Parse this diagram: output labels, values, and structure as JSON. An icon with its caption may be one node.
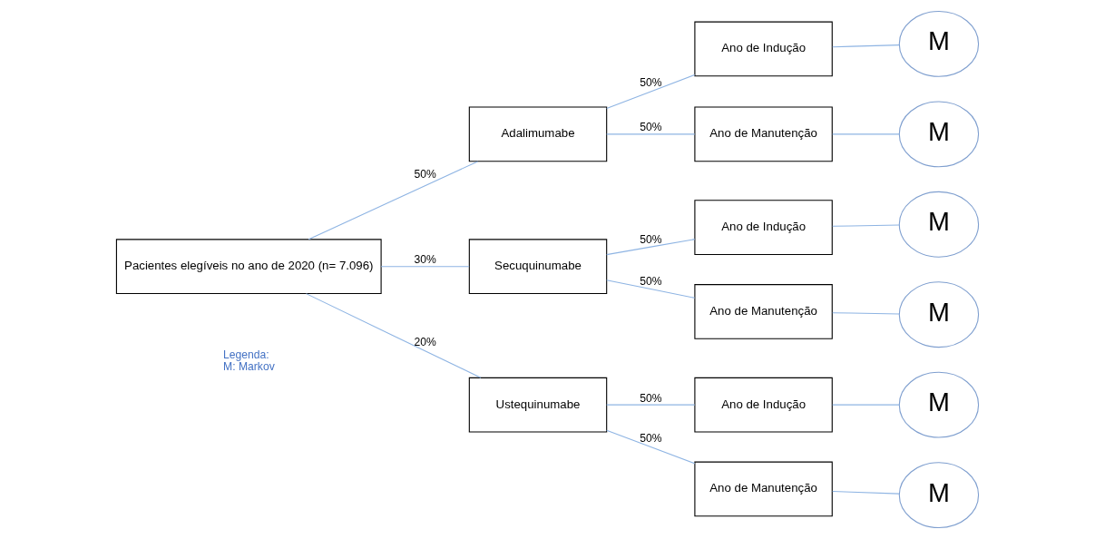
{
  "diagram": {
    "nodes": [
      {
        "text": [
          "Pacientes elegíveis no ano de 2020 (n= 7.096)"
        ]
      },
      {
        "text": [
          "Adalimumabe"
        ]
      },
      {
        "text": [
          "Secuquinumabe"
        ]
      },
      {
        "text": [
          "Ustequinumabe"
        ]
      },
      {
        "text": [
          "Ano de Indução"
        ]
      },
      {
        "text": [
          "Ano de Manutenção"
        ]
      },
      {
        "text": [
          "Ano de Indução"
        ]
      },
      {
        "text": [
          "Ano de Manutenção"
        ]
      },
      {
        "text": [
          "Ano de Indução"
        ]
      },
      {
        "text": [
          "Ano de Manutenção"
        ]
      },
      {
        "text": [
          "M"
        ]
      },
      {
        "text": [
          "M"
        ]
      },
      {
        "text": [
          "M"
        ]
      },
      {
        "text": [
          "M"
        ]
      },
      {
        "text": [
          "M"
        ]
      },
      {
        "text": [
          "M"
        ]
      }
    ],
    "edges": [
      {
        "from": 0,
        "to": 1,
        "arrow": "none",
        "label": "50%"
      },
      {
        "from": 0,
        "to": 2,
        "arrow": "none",
        "label": "30%"
      },
      {
        "from": 0,
        "to": 3,
        "arrow": "none",
        "label": "20%"
      },
      {
        "from": 1,
        "to": 4,
        "arrow": "none",
        "label": "50%"
      },
      {
        "from": 1,
        "to": 5,
        "arrow": "none",
        "label": "50%"
      },
      {
        "from": 2,
        "to": 6,
        "arrow": "none",
        "label": "50%"
      },
      {
        "from": 2,
        "to": 7,
        "arrow": "none",
        "label": "50%"
      },
      {
        "from": 3,
        "to": 8,
        "arrow": "none",
        "label": "50%"
      },
      {
        "from": 3,
        "to": 9,
        "arrow": "none",
        "label": "50%"
      },
      {
        "from": 4,
        "to": 10,
        "arrow": "none"
      },
      {
        "from": 5,
        "to": 11,
        "arrow": "none"
      },
      {
        "from": 6,
        "to": 12,
        "arrow": "none"
      },
      {
        "from": 7,
        "to": 13,
        "arrow": "none"
      },
      {
        "from": 8,
        "to": 14,
        "arrow": "none"
      },
      {
        "from": 9,
        "to": 15,
        "arrow": "none"
      }
    ],
    "labels": [
      "Legenda:",
      "M: Markov"
    ]
  }
}
